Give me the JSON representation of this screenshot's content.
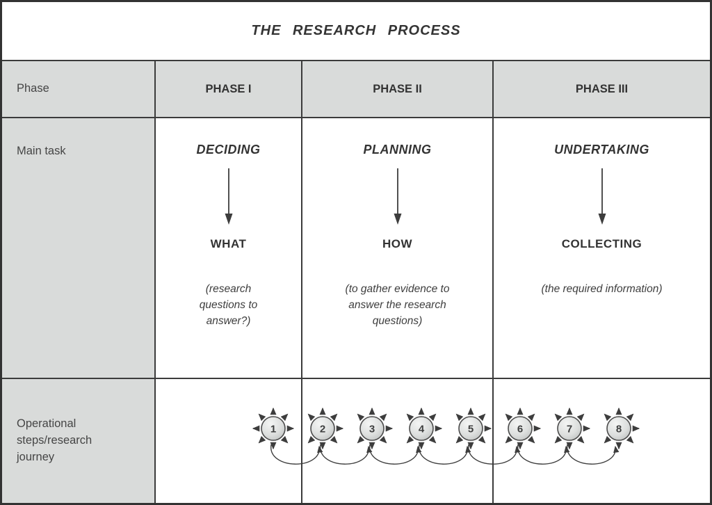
{
  "title": "THE RESEARCH PROCESS",
  "phase_row": {
    "label": "Phase",
    "phases": [
      "PHASE I",
      "PHASE II",
      "PHASE III"
    ]
  },
  "main_task_row": {
    "label": "Main task",
    "tasks": [
      {
        "task": "DECIDING",
        "focus": "WHAT",
        "note": "(research questions to answer?)"
      },
      {
        "task": "PLANNING",
        "focus": "HOW",
        "note": "(to gather evidence to answer the research questions)"
      },
      {
        "task": "UNDERTAKING",
        "focus": "COLLECTING",
        "note": "(the required information)"
      }
    ]
  },
  "steps_row": {
    "label": "Operational steps/research journey",
    "steps": [
      "1",
      "2",
      "3",
      "4",
      "5",
      "6",
      "7",
      "8"
    ]
  },
  "colors": {
    "cell_gray": "#d9dbda",
    "border": "#3b3b3b",
    "text": "#3c3c3c",
    "circle_fill_light": "#f2f3f2",
    "circle_fill_dark": "#c2c5c4",
    "arrow": "#3d3d3d"
  }
}
